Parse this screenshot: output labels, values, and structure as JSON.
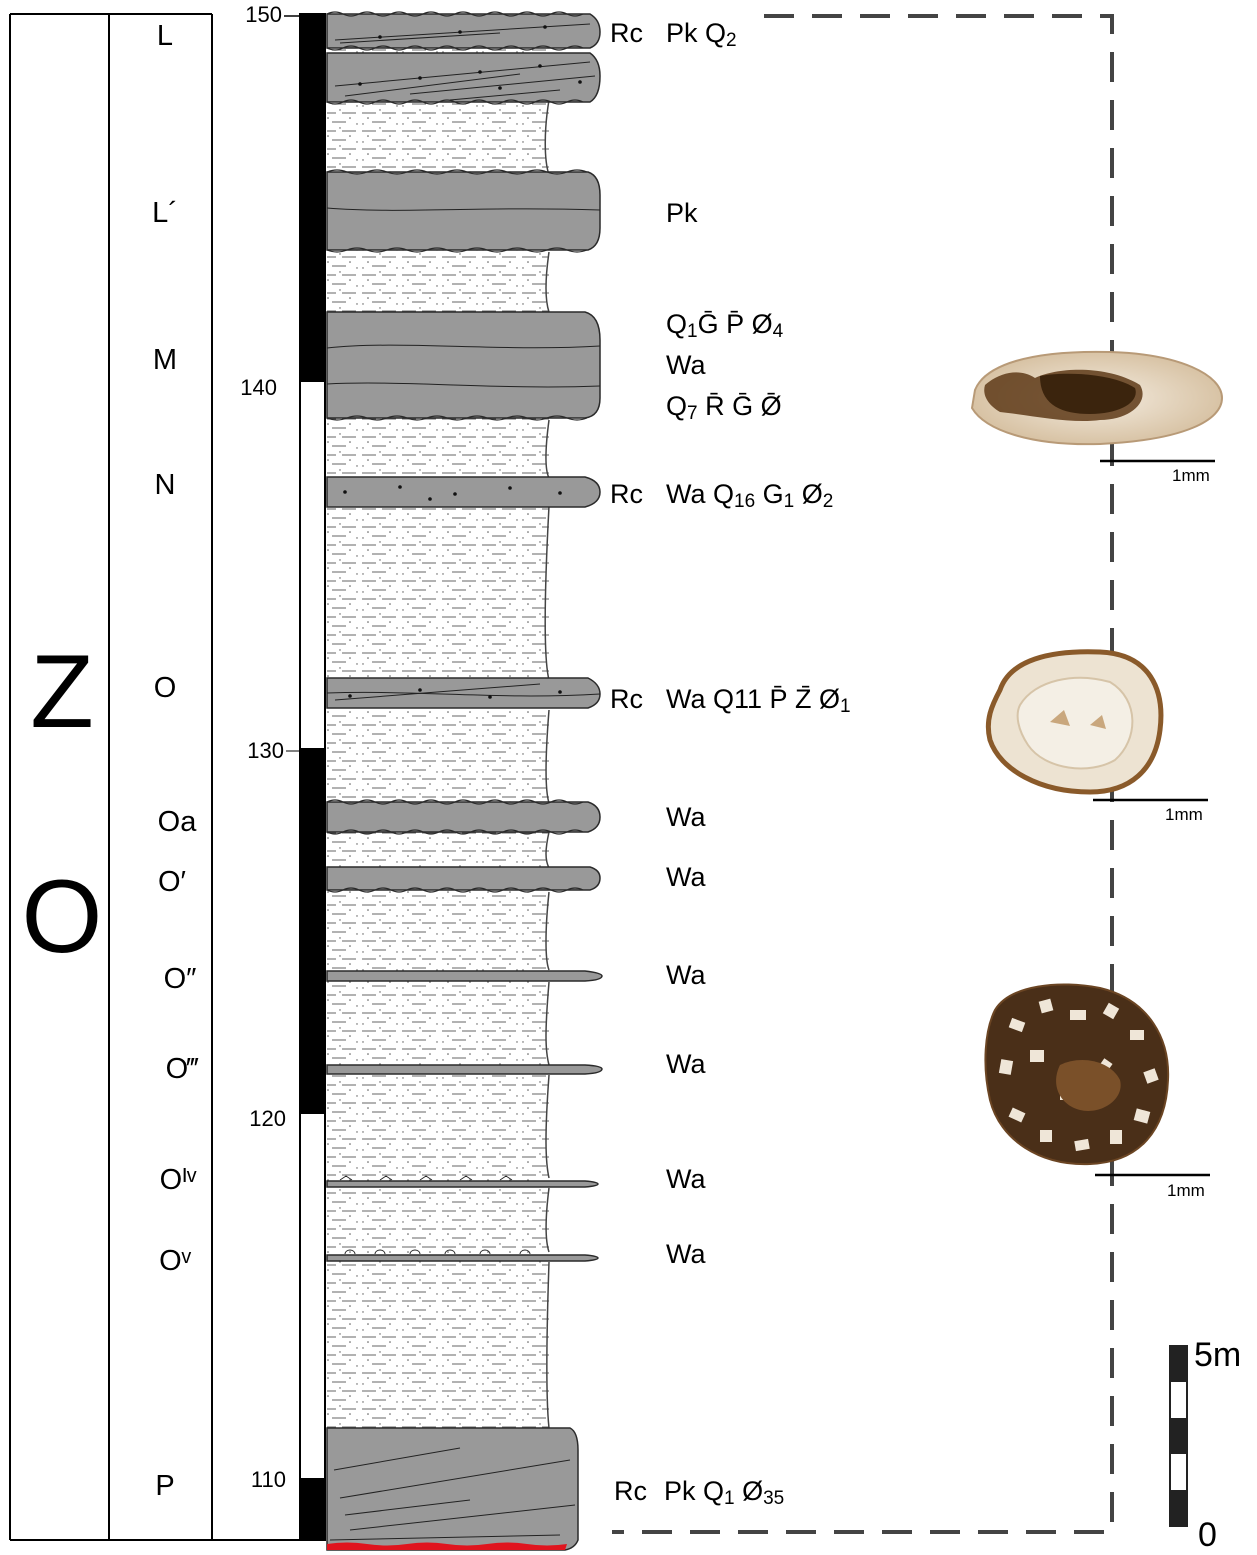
{
  "column": {
    "zone_letters": [
      "Z",
      "O"
    ],
    "subzones": [
      "L",
      "L´",
      "M",
      "N",
      "O",
      "Oa",
      "O′",
      "O″",
      "O‴",
      "Oᴵᵛ",
      "Oᵛ",
      "P"
    ],
    "depth_ticks": [
      "150",
      "140",
      "130",
      "120",
      "110"
    ]
  },
  "annotations": [
    {
      "rc": "Rc",
      "parts": [
        {
          "t": "Pk Q"
        },
        {
          "t": "2",
          "sub": true
        }
      ]
    },
    {
      "rc": "",
      "parts": [
        {
          "t": "Pk"
        }
      ]
    },
    {
      "rc": "",
      "parts": [
        {
          "t": "Q"
        },
        {
          "t": "1",
          "sub": true
        },
        {
          "t": "Ḡ P̄ Ø"
        },
        {
          "t": "4",
          "sub": true
        }
      ]
    },
    {
      "rc": "",
      "parts": [
        {
          "t": "Wa"
        }
      ]
    },
    {
      "rc": "",
      "parts": [
        {
          "t": "Q"
        },
        {
          "t": "7",
          "sub": true
        },
        {
          "t": " R̄ Ḡ Ø̄"
        }
      ]
    },
    {
      "rc": "Rc",
      "parts": [
        {
          "t": "Wa Q"
        },
        {
          "t": "16",
          "sub": true
        },
        {
          "t": " G"
        },
        {
          "t": "1",
          "sub": true
        },
        {
          "t": " Ø"
        },
        {
          "t": "2",
          "sub": true
        }
      ]
    },
    {
      "rc": "Rc",
      "parts": [
        {
          "t": "Wa Q11 P̄ Z̄ Ø"
        },
        {
          "t": "1",
          "sub": true
        }
      ]
    },
    {
      "rc": "",
      "parts": [
        {
          "t": "Wa"
        }
      ]
    },
    {
      "rc": "",
      "parts": [
        {
          "t": "Wa"
        }
      ]
    },
    {
      "rc": "",
      "parts": [
        {
          "t": "Wa"
        }
      ]
    },
    {
      "rc": "",
      "parts": [
        {
          "t": "Wa"
        }
      ]
    },
    {
      "rc": "",
      "parts": [
        {
          "t": "Wa"
        }
      ]
    },
    {
      "rc": "",
      "parts": [
        {
          "t": "Wa"
        }
      ]
    },
    {
      "rc": "Rc",
      "parts": [
        {
          "t": "Pk Q"
        },
        {
          "t": "1",
          "sub": true
        },
        {
          "t": " Ø"
        },
        {
          "t": "35",
          "sub": true
        }
      ]
    }
  ],
  "micrographs": [
    {
      "scale_label": "1mm"
    },
    {
      "scale_label": "1mm"
    },
    {
      "scale_label": "1mm"
    }
  ],
  "scale_bar": {
    "top_label": "5m",
    "bottom_label": "0"
  },
  "colors": {
    "bed_fill": "#999999",
    "red_base": "#e0141e",
    "outline": "#2a2a2a",
    "dashed_box": "#444444"
  }
}
